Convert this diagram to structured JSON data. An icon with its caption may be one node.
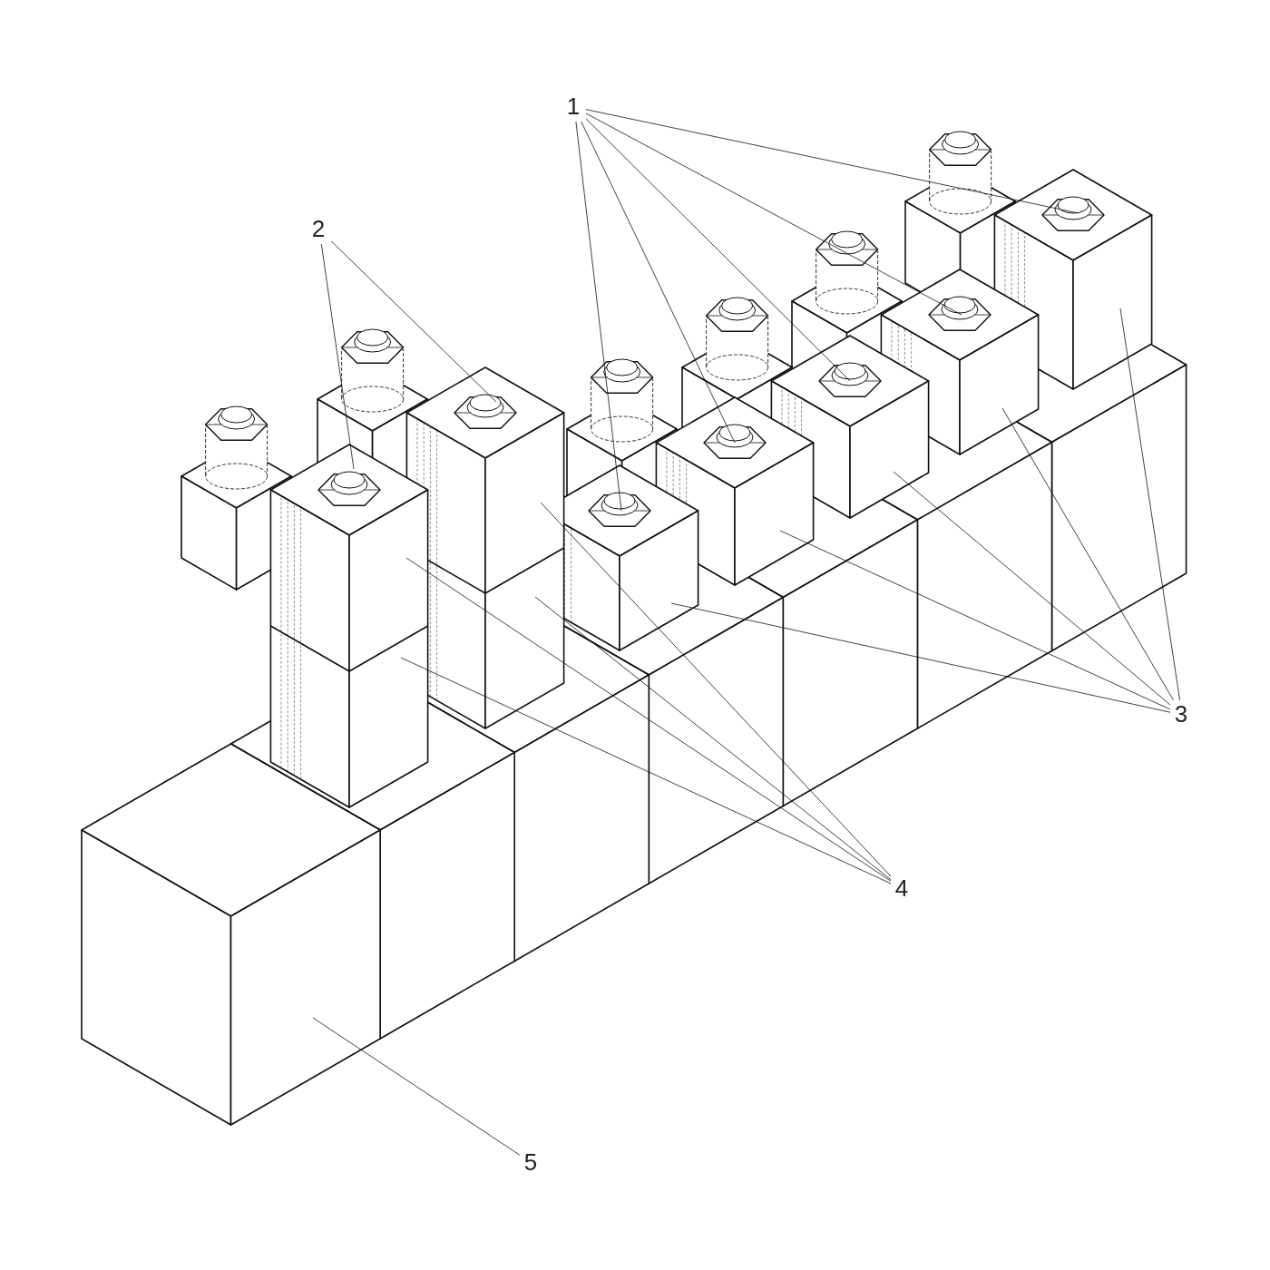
{
  "diagram": {
    "nodes": [
      {
        "text": [
          "1"
        ]
      },
      {
        "text": [
          "2"
        ]
      },
      {
        "text": [
          "3"
        ]
      },
      {
        "text": [
          "4"
        ]
      },
      {
        "text": [
          "5"
        ]
      }
    ],
    "edges": [
      {
        "from": 0,
        "to": null,
        "arrow": "none"
      },
      {
        "from": 0,
        "to": null,
        "arrow": "none"
      },
      {
        "from": 0,
        "to": null,
        "arrow": "none"
      },
      {
        "from": 0,
        "to": null,
        "arrow": "none"
      },
      {
        "from": 0,
        "to": null,
        "arrow": "none"
      },
      {
        "from": 1,
        "to": null,
        "arrow": "none"
      },
      {
        "from": 1,
        "to": null,
        "arrow": "none"
      },
      {
        "from": 2,
        "to": null,
        "arrow": "none"
      },
      {
        "from": 2,
        "to": null,
        "arrow": "none"
      },
      {
        "from": 2,
        "to": null,
        "arrow": "none"
      },
      {
        "from": 2,
        "to": null,
        "arrow": "none"
      },
      {
        "from": 2,
        "to": null,
        "arrow": "none"
      },
      {
        "from": 3,
        "to": null,
        "arrow": "none"
      },
      {
        "from": 3,
        "to": null,
        "arrow": "none"
      },
      {
        "from": 3,
        "to": null,
        "arrow": "none"
      },
      {
        "from": 3,
        "to": null,
        "arrow": "none"
      },
      {
        "from": 4,
        "to": null,
        "arrow": "none"
      }
    ]
  }
}
